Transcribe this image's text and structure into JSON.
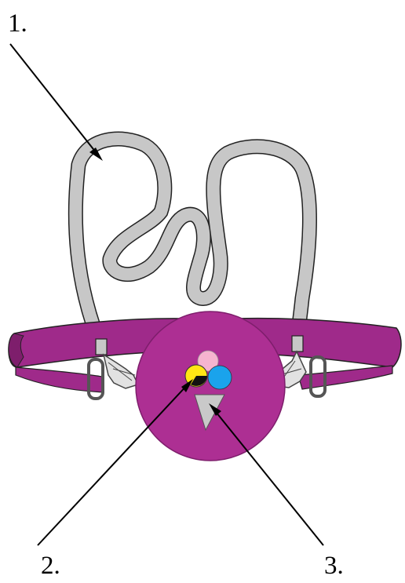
{
  "callouts": [
    {
      "label": "1."
    },
    {
      "label": "2."
    },
    {
      "label": "3."
    }
  ],
  "colors": {
    "strap": "#c7c7c7",
    "belt": "#9f2a8a",
    "belt_dark": "#7e1e6c",
    "pouch": "#ad2f93",
    "scoop_pink": "#f6b4cf",
    "scoop_yellow": "#ffe614",
    "scoop_blue": "#1aa3ec",
    "cone": "#c9c9c9",
    "outline": "#222222"
  },
  "icons": {
    "pouch_emblem": "ice-cream-cone-icon",
    "clip": "carabiner-clip-icon",
    "buckle": "strap-buckle-icon"
  }
}
